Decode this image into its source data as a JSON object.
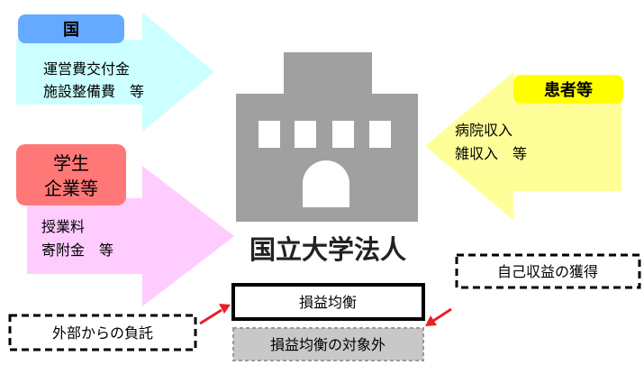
{
  "colors": {
    "gov_arrow": "#ccffff",
    "gov_label_bg": "#66aaff",
    "student_arrow": "#ffccff",
    "student_label_bg": "#ff7777",
    "patient_arrow": "#ffff99",
    "patient_label_bg": "#ffff00",
    "building": "#a0a0a0",
    "building_detail": "#ffffff",
    "arrow_red": "#e8202a",
    "outside_box": "#c8c8c8"
  },
  "government": {
    "label": "国",
    "line1": "運営費交付金",
    "line2": "施設整備費　等"
  },
  "students": {
    "label_line1": "学生",
    "label_line2": "企業等",
    "line1": "授業料",
    "line2": "寄附金　等"
  },
  "patients": {
    "label": "患者等",
    "line1": "病院収入",
    "line2": "雑収入　等"
  },
  "corporation": {
    "title": "国立大学法人"
  },
  "balance": {
    "label": "損益均衡",
    "outside_label": "損益均衡の対象外"
  },
  "callouts": {
    "self_revenue": "自己収益の獲得",
    "external_burden": "外部からの負託"
  }
}
